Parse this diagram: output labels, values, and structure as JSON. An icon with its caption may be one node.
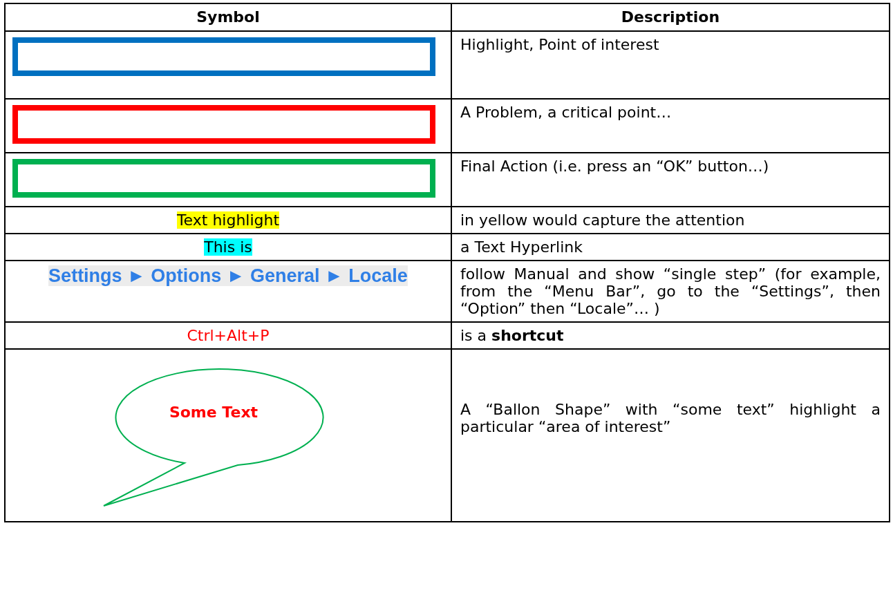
{
  "diagram": {
    "nodes": [
      {
        "text": [],
        "shape": "box"
      },
      {
        "text": [],
        "shape": "box"
      },
      {
        "text": [],
        "shape": "box"
      },
      {
        "text": [
          "Some Text"
        ]
      }
    ],
    "labels": [
      "Symbol",
      "Description",
      "Highlight, Point of interest",
      "A Problem, a critical point…",
      "Final Action (i.e. press an “OK” button…)",
      "Text highlight",
      "in yellow would capture the attention",
      "This is",
      "a Text Hyperlink",
      "Settings ► Options ► General ► Locale",
      "follow Manual and show “single step” (for example, from the “Menu Bar”, go to the “Settings”, then “Option” then “Locale”… )",
      "Ctrl+Alt+P",
      "is a **shortcut**",
      "A “Ballon Shape” with “some text” highlight a particular “area of interest”"
    ]
  }
}
